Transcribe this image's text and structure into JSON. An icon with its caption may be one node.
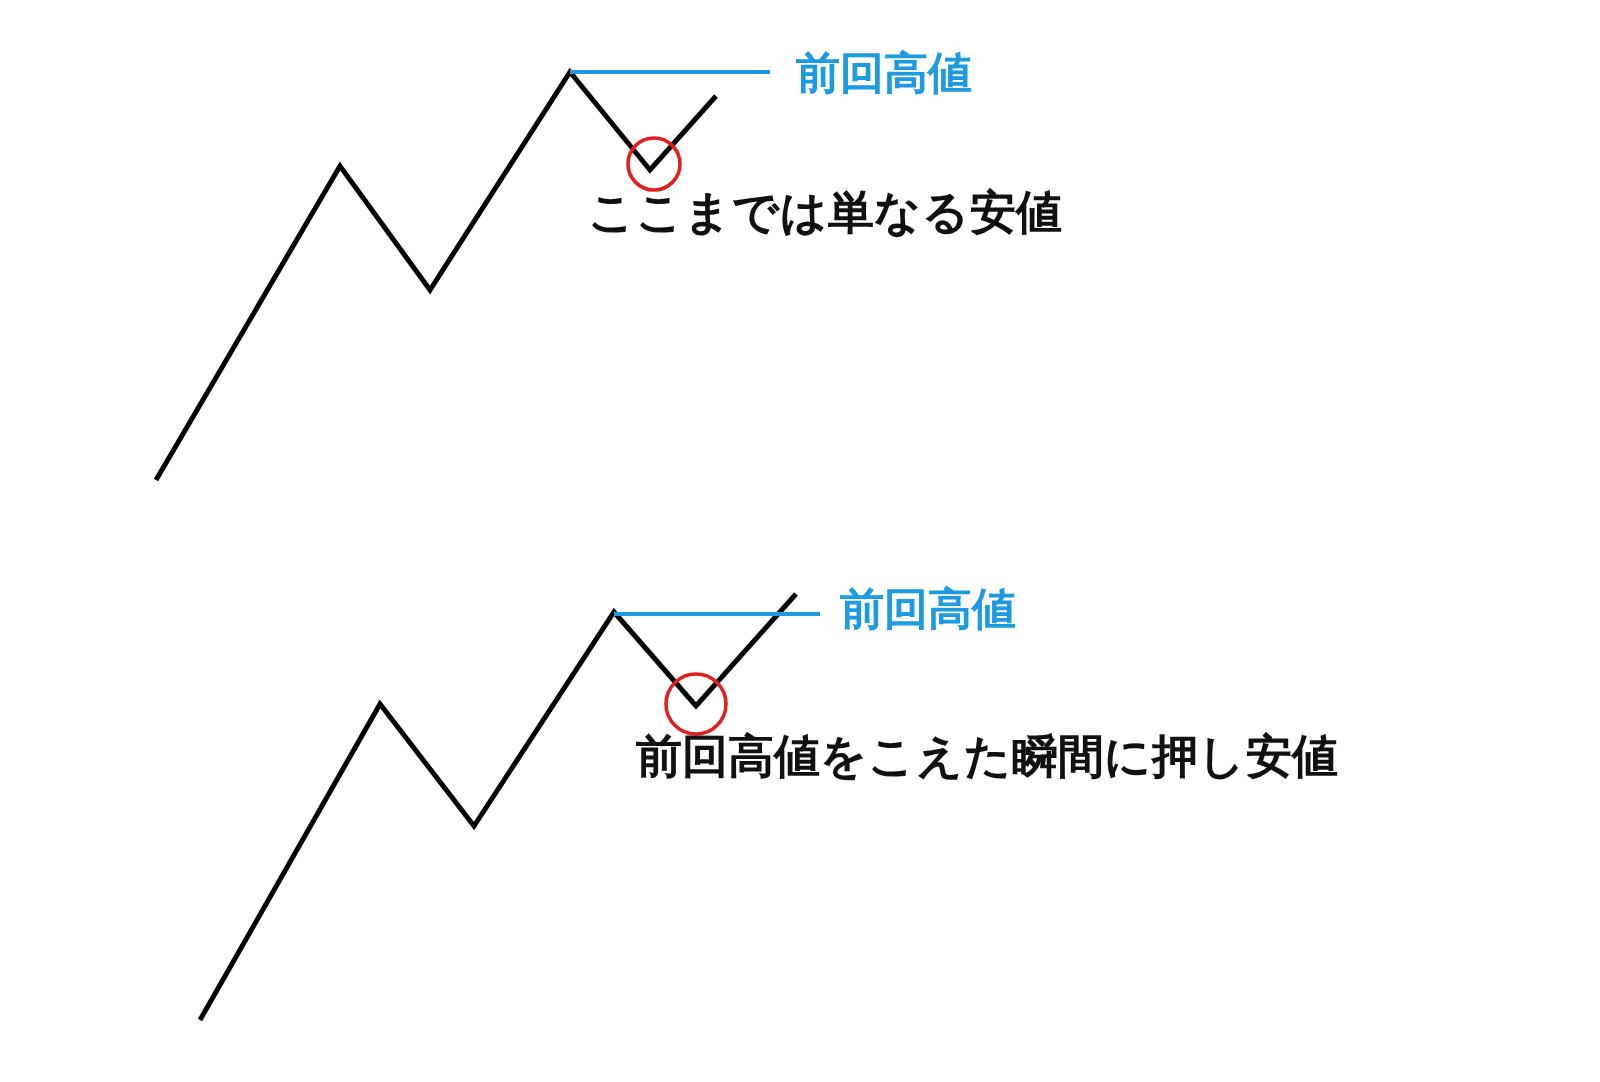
{
  "diagram": {
    "labels": [
      "前回高値",
      "ここまでは単なる安値",
      "前回高値",
      "前回高値をこえた瞬間に押し安値"
    ]
  }
}
